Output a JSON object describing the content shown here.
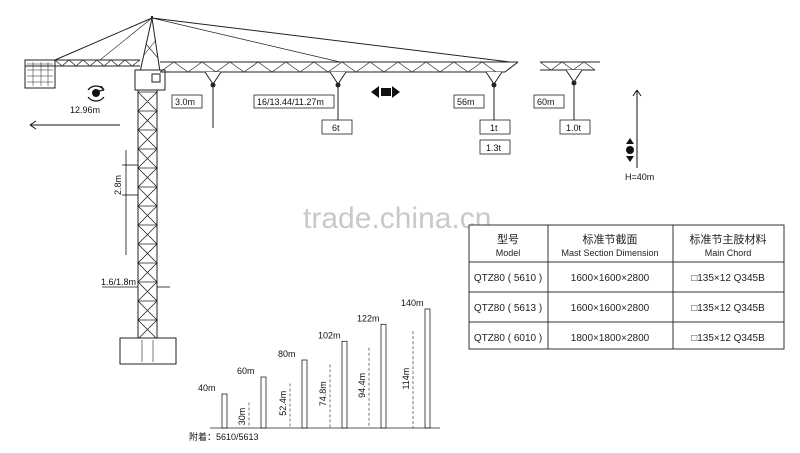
{
  "crane": {
    "jib_radius_markers": [
      "3.0m",
      "16/13.44/11.27m",
      "56m",
      "60m"
    ],
    "loads": [
      "6t",
      "1t",
      "1.3t",
      "1.0t"
    ],
    "slew_dimension": "12.96m",
    "section_height": "2.8m",
    "section_width": "1.6/1.8m",
    "hook_height": "H=40m"
  },
  "watermark": "trade.china.cn",
  "table": {
    "headers": [
      {
        "cn": "型号",
        "en": "Model"
      },
      {
        "cn": "标准节截面",
        "en": "Mast Section Dimension"
      },
      {
        "cn": "标准节主肢材料",
        "en": "Main Chord"
      }
    ],
    "rows": [
      [
        "QTZ80 ( 5610 )",
        "1600×1600×2800",
        "□135×12 Q345B"
      ],
      [
        "QTZ80 ( 5613 )",
        "1600×1600×2800",
        "□135×12 Q345B"
      ],
      [
        "QTZ80 ( 6010 )",
        "1800×1800×2800",
        "□135×12 Q345B"
      ]
    ]
  },
  "heights": {
    "free_standing": [
      "40m",
      "60m",
      "80m",
      "102m",
      "122m",
      "140m"
    ],
    "tie_heights": [
      "30m",
      "52.4m",
      "74.8m",
      "94.4m",
      "114m"
    ],
    "note": "附着：5610/5613"
  }
}
